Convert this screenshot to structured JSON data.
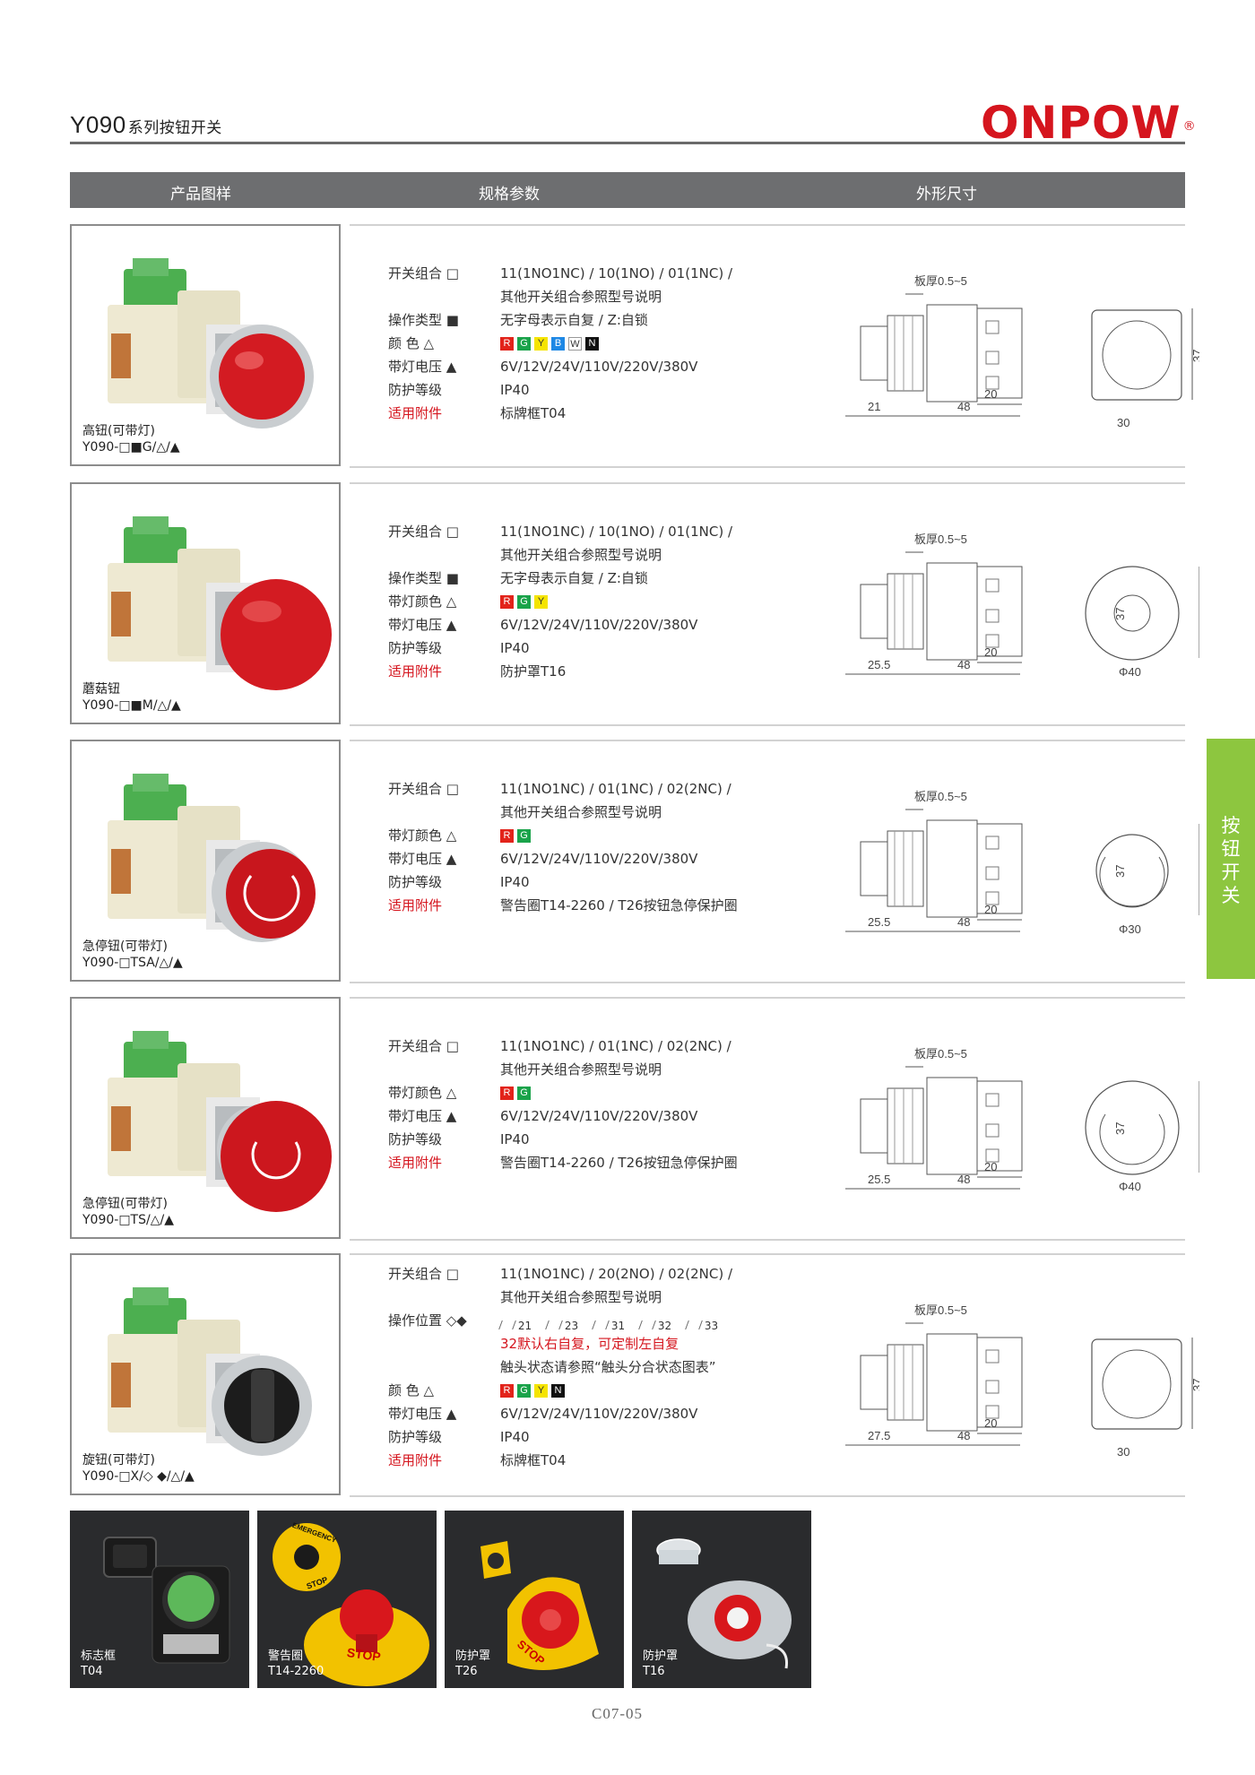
{
  "header": {
    "title_main": "Y090",
    "title_sub": "系列按钮开关",
    "brand": "ONPOW",
    "brand_mark": "®"
  },
  "columns": [
    "产品图样",
    "规格参数",
    "外形尺寸"
  ],
  "colors": {
    "R": "#e2231a",
    "G": "#1aa34a",
    "Y": "#f5e400",
    "B": "#1e88e5",
    "W": "#ffffff",
    "N": "#111111",
    "accent": "#8dc63f",
    "brand": "#d5151e"
  },
  "products": [
    {
      "caption_name": "高钮(可带灯)",
      "caption_model": "Y090-□■G/△/▲",
      "specs": [
        {
          "label": "开关组合 □",
          "value": "11(1NO1NC) / 10(1NO) / 01(1NC) /"
        },
        {
          "label": "",
          "value": "其他开关组合参照型号说明"
        },
        {
          "label": "操作类型 ■",
          "value": "无字母表示自复  / Z:自锁"
        },
        {
          "label": "颜     色 △",
          "chips": [
            "R",
            "G",
            "Y",
            "B",
            "W",
            "N"
          ]
        },
        {
          "label": "带灯电压 ▲",
          "value": "6V/12V/24V/110V/220V/380V"
        },
        {
          "label": "防护等级",
          "value": "IP40"
        },
        {
          "label": "适用附件",
          "value": "标牌框T04",
          "red_label": true
        }
      ],
      "dims": {
        "thickness": "板厚0.5~5",
        "front": "21",
        "body": "48",
        "rear": "20",
        "height": "37",
        "width": "30"
      }
    },
    {
      "caption_name": "蘑菇钮",
      "caption_model": "Y090-□■M/△/▲",
      "specs": [
        {
          "label": "开关组合 □",
          "value": "11(1NO1NC) / 10(1NO) / 01(1NC) /"
        },
        {
          "label": "",
          "value": "其他开关组合参照型号说明"
        },
        {
          "label": "操作类型 ■",
          "value": "无字母表示自复  / Z:自锁"
        },
        {
          "label": "带灯颜色 △",
          "chips": [
            "R",
            "G",
            "Y"
          ]
        },
        {
          "label": "带灯电压 ▲",
          "value": "6V/12V/24V/110V/220V/380V"
        },
        {
          "label": "防护等级",
          "value": "IP40"
        },
        {
          "label": "适用附件",
          "value": "防护罩T16",
          "red_label": true
        }
      ],
      "dims": {
        "thickness": "板厚0.5~5",
        "front": "25.5",
        "body": "48",
        "rear": "20",
        "height": "37",
        "width": "Φ40"
      }
    },
    {
      "caption_name": "急停钮(可带灯)",
      "caption_model": "Y090-□TSA/△/▲",
      "specs": [
        {
          "label": "开关组合 □",
          "value": "11(1NO1NC) / 01(1NC) / 02(2NC) /"
        },
        {
          "label": "",
          "value": "其他开关组合参照型号说明"
        },
        {
          "label": "带灯颜色 △",
          "chips": [
            "R",
            "G"
          ]
        },
        {
          "label": "带灯电压 ▲",
          "value": "6V/12V/24V/110V/220V/380V"
        },
        {
          "label": "防护等级",
          "value": "IP40"
        },
        {
          "label": "适用附件",
          "value": "警告圈T14-2260 / T26按钮急停保护圈",
          "red_label": true
        }
      ],
      "dims": {
        "thickness": "板厚0.5~5",
        "front": "25.5",
        "body": "48",
        "rear": "20",
        "height": "37",
        "width": "Φ30"
      }
    },
    {
      "caption_name": "急停钮(可带灯)",
      "caption_model": "Y090-□TS/△/▲",
      "specs": [
        {
          "label": "开关组合 □",
          "value": "11(1NO1NC) / 01(1NC) / 02(2NC) /"
        },
        {
          "label": "",
          "value": "其他开关组合参照型号说明"
        },
        {
          "label": "带灯颜色 △",
          "chips": [
            "R",
            "G"
          ]
        },
        {
          "label": "带灯电压 ▲",
          "value": "6V/12V/24V/110V/220V/380V"
        },
        {
          "label": "防护等级",
          "value": "IP40"
        },
        {
          "label": "适用附件",
          "value": "警告圈T14-2260 / T26按钮急停保护圈",
          "red_label": true
        }
      ],
      "dims": {
        "thickness": "板厚0.5~5",
        "front": "25.5",
        "body": "48",
        "rear": "20",
        "height": "37",
        "width": "Φ40"
      }
    },
    {
      "caption_name": "旋钮(可带灯)",
      "caption_model": "Y090-□X/◇ ◆/△/▲",
      "specs": [
        {
          "label": "开关组合 □",
          "value": "11(1NO1NC) / 20(2NO) / 02(2NC) /"
        },
        {
          "label": "",
          "value": "其他开关组合参照型号说明"
        },
        {
          "label": "操作位置 ◇◆",
          "positions": [
            "21",
            "23",
            "31",
            "32",
            "33"
          ]
        },
        {
          "label": "",
          "value": "32默认右自复，可定制左自复",
          "red_value": true
        },
        {
          "label": "",
          "value": "触头状态请参照“触头分合状态图表”"
        },
        {
          "label": "颜     色 △",
          "chips": [
            "R",
            "G",
            "Y",
            "N"
          ]
        },
        {
          "label": "带灯电压 ▲",
          "value": "6V/12V/24V/110V/220V/380V"
        },
        {
          "label": "防护等级",
          "value": "IP40"
        },
        {
          "label": "适用附件",
          "value": "标牌框T04",
          "red_label": true
        }
      ],
      "dims": {
        "thickness": "板厚0.5~5",
        "front": "27.5",
        "body": "48",
        "rear": "20",
        "height": "37",
        "width": "30"
      }
    }
  ],
  "side_tab": [
    "按",
    "钮",
    "开",
    "关"
  ],
  "accessories": [
    {
      "name": "标志框",
      "code": "T04"
    },
    {
      "name": "警告圈",
      "code": "T14-2260",
      "ring_text_top": "EMERGENCY",
      "ring_text_bottom": "STOP"
    },
    {
      "name": "防护罩",
      "code": "T26",
      "guard_text": "STOP"
    },
    {
      "name": "防护罩",
      "code": "T16"
    }
  ],
  "page_number": "C07-05"
}
